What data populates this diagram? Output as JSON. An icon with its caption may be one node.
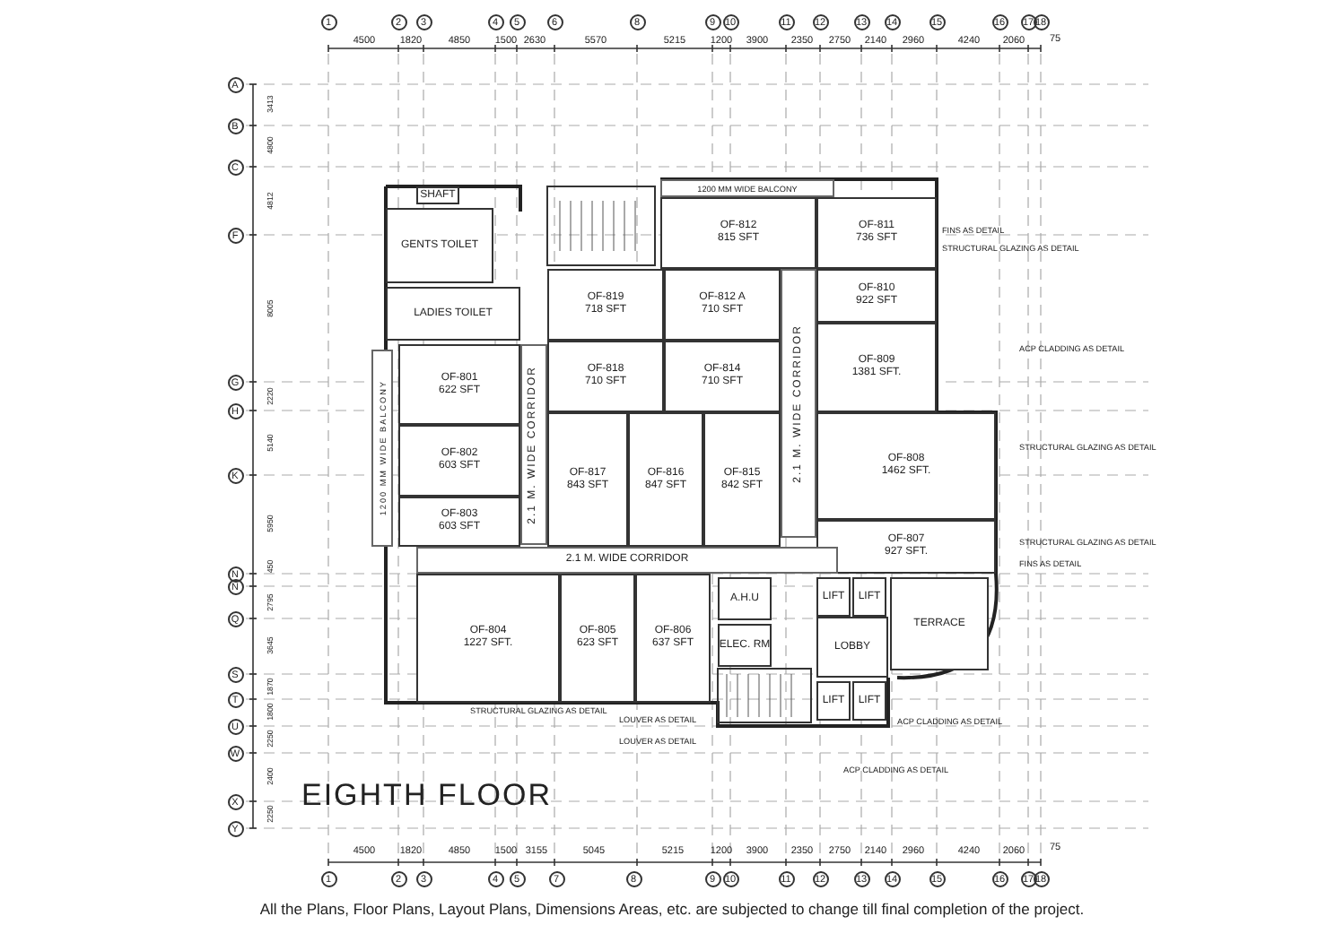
{
  "diagram": {
    "title": "EIGHTH FLOOR",
    "caption": "All the Plans, Floor Plans, Layout Plans, Dimensions Areas, etc. are subjected to change till final completion of the project.",
    "nodes": [
      {
        "text": [
          "SHAFT"
        ]
      },
      {
        "text": [
          "GENTS TOILET"
        ]
      },
      {
        "text": [
          "1200 MM WIDE BALCONY"
        ]
      },
      {
        "text": [
          "OF-812",
          "815 SFT"
        ]
      },
      {
        "text": [
          "OF-811",
          "736 SFT"
        ]
      },
      {
        "text": [
          "OF-819",
          "718 SFT"
        ]
      },
      {
        "text": [
          "OF-812 A",
          "710 SFT"
        ]
      },
      {
        "text": [
          "OF-810",
          "922 SFT"
        ]
      },
      {
        "text": [
          "LADIES TOILET"
        ]
      },
      {
        "text": [
          "OF-818",
          "710 SFT"
        ]
      },
      {
        "text": [
          "OF-814",
          "710 SFT"
        ]
      },
      {
        "text": [
          "OF-809",
          "1381 SFT."
        ]
      },
      {
        "text": [
          "OF-801",
          "622 SFT"
        ]
      },
      {
        "text": [
          "2.1 M. WIDE CORRIDOR"
        ]
      },
      {
        "text": [
          "2.1 M. WIDE CORRIDOR"
        ]
      },
      {
        "text": [
          "OF-802",
          "603 SFT"
        ]
      },
      {
        "text": [
          "OF-817",
          "843 SFT"
        ]
      },
      {
        "text": [
          "OF-816",
          "847 SFT"
        ]
      },
      {
        "text": [
          "OF-815",
          "842 SFT"
        ]
      },
      {
        "text": [
          "OF-808",
          "1462 SFT."
        ]
      },
      {
        "text": [
          "OF-803",
          "603 SFT"
        ]
      },
      {
        "text": [
          "OF-807",
          "927 SFT."
        ]
      },
      {
        "text": [
          "1200 MM WIDE BALCONY"
        ]
      },
      {
        "text": [
          "2.1 M. WIDE CORRIDOR"
        ]
      },
      {
        "text": [
          "OF-804",
          "1227 SFT."
        ]
      },
      {
        "text": [
          "OF-805",
          "623 SFT"
        ]
      },
      {
        "text": [
          "OF-806",
          "637 SFT"
        ]
      },
      {
        "text": [
          "A.H.U"
        ]
      },
      {
        "text": [
          "LIFT"
        ]
      },
      {
        "text": [
          "LIFT"
        ]
      },
      {
        "text": [
          "LOBBY"
        ]
      },
      {
        "text": [
          "TERRACE"
        ]
      },
      {
        "text": [
          "ELEC. RM"
        ]
      },
      {
        "text": [
          "LIFT"
        ]
      },
      {
        "text": [
          "LIFT"
        ]
      }
    ],
    "labels": [
      "1",
      "2",
      "3",
      "4",
      "5",
      "6",
      "8",
      "9",
      "10",
      "11",
      "12",
      "13",
      "14",
      "15",
      "16",
      "17",
      "18",
      "4500",
      "1820",
      "4850",
      "1500",
      "2630",
      "5570",
      "5215",
      "1200",
      "3900",
      "2350",
      "2750",
      "2140",
      "2960",
      "4240",
      "2060",
      "75",
      "A",
      "B",
      "C",
      "F",
      "G",
      "H",
      "K",
      "N",
      "N",
      "Q",
      "S",
      "T",
      "U",
      "W",
      "X",
      "Y",
      "3413",
      "4800",
      "4812",
      "8005",
      "2220",
      "5140",
      "5950",
      "450",
      "2795",
      "3645",
      "1870",
      "1800",
      "2250",
      "2400",
      "2250",
      "FINS AS DETAIL",
      "STRUCTURAL GLAZING AS DETAIL",
      "ACP CLADDING AS DETAIL",
      "STRUCTURAL GLAZING AS DETAIL",
      "STRUCTURAL GLAZING AS DETAIL",
      "FINS AS DETAIL",
      "STRUCTURAL GLAZING AS DETAIL",
      "LOUVER AS DETAIL",
      "LOUVER AS DETAIL",
      "ACP CLADDING AS DETAIL",
      "ACP CLADDING AS DETAIL",
      "4500",
      "1820",
      "4850",
      "1500",
      "3155",
      "5045",
      "5215",
      "1200",
      "3900",
      "2350",
      "2750",
      "2140",
      "2960",
      "4240",
      "2060",
      "75",
      "1",
      "2",
      "3",
      "4",
      "5",
      "7",
      "8",
      "9",
      "10",
      "11",
      "12",
      "13",
      "14",
      "15",
      "16",
      "17",
      "18"
    ]
  }
}
